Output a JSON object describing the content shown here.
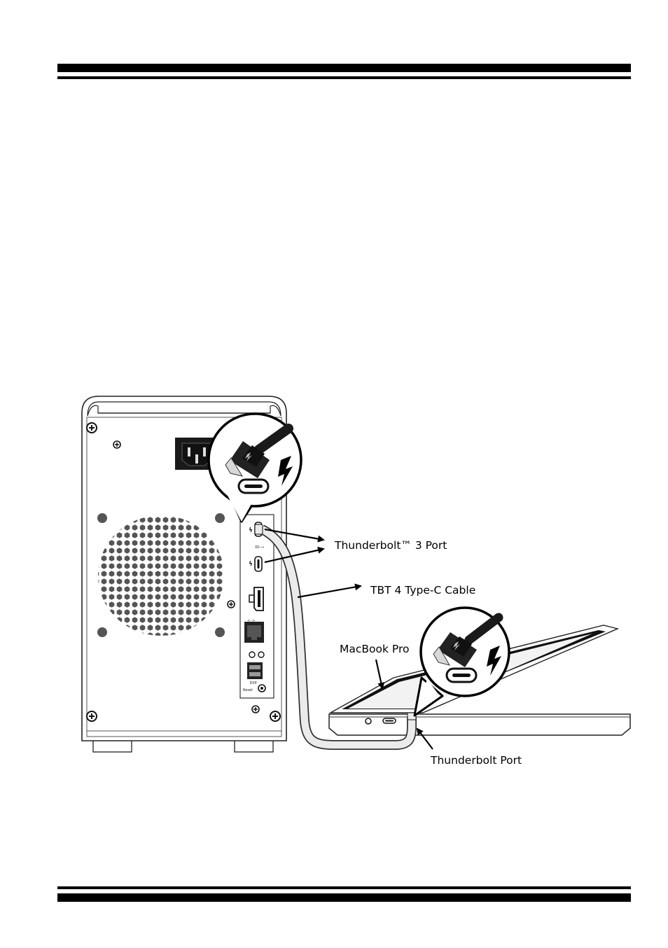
{
  "diagram": {
    "labels": {
      "thunderbolt3_port": "Thunderbolt™ 3 Port",
      "cable": "TBT 4 Type-C Cable",
      "macbook": "MacBook Pro",
      "thunderbolt_port": "Thunderbolt Port"
    },
    "panel_text": {
      "exp": "EXP.",
      "reset": "Reset"
    }
  }
}
